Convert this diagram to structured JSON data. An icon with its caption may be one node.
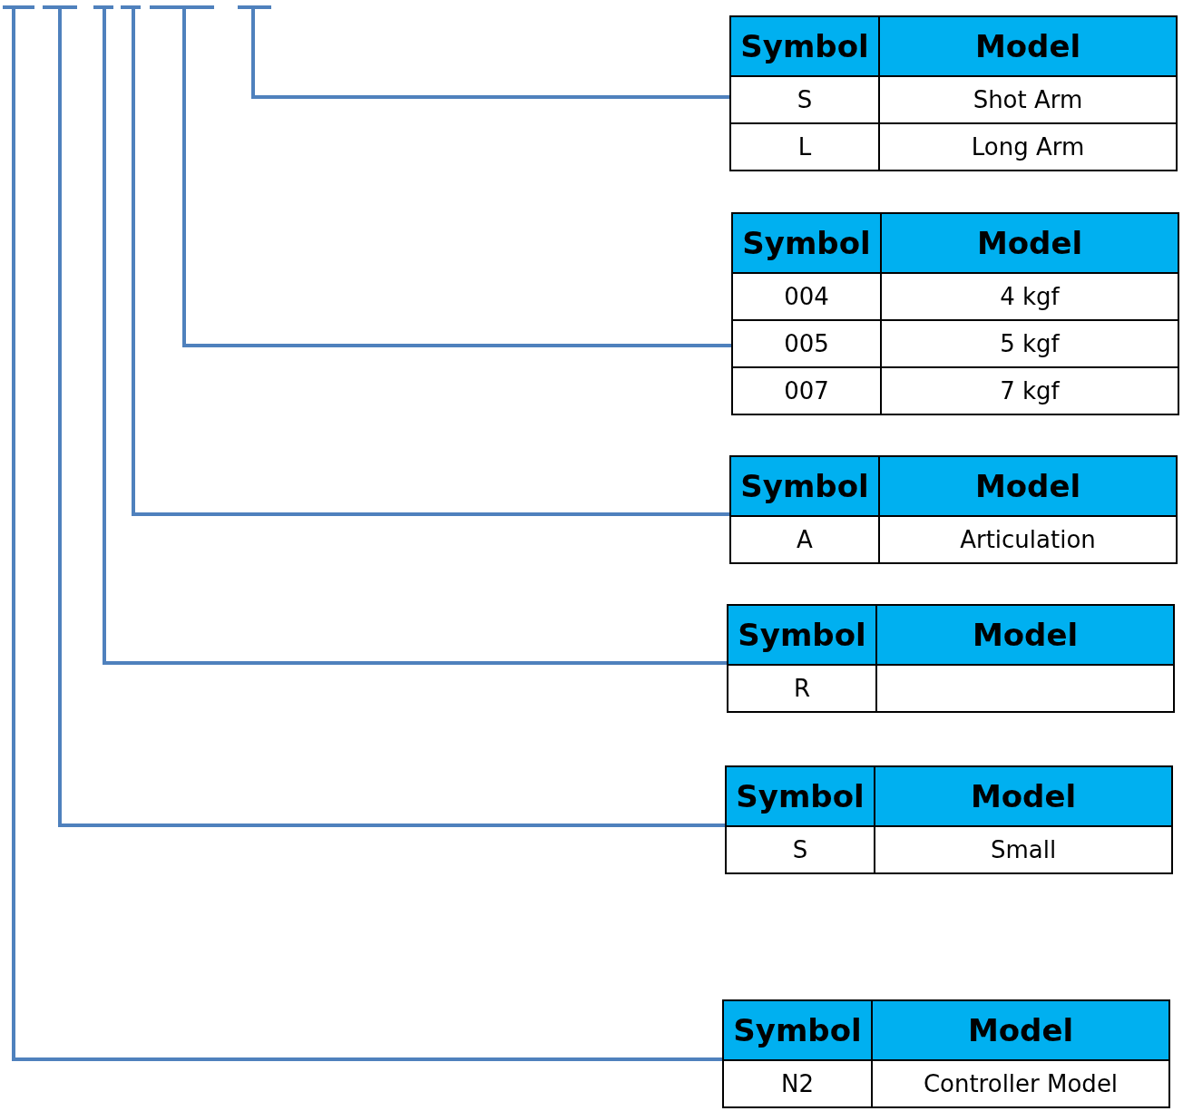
{
  "diagram": {
    "nodes": [
      {
        "text": [],
        "shape": "bar"
      },
      {
        "text": [],
        "shape": "bar"
      },
      {
        "text": [],
        "shape": "bar"
      },
      {
        "text": [],
        "shape": "bar"
      },
      {
        "text": [],
        "shape": "bar"
      },
      {
        "text": [],
        "shape": "bar"
      },
      {
        "text": [
          "Symbol",
          "Model",
          "S",
          "Shot Arm",
          "L",
          "Long Arm"
        ]
      },
      {
        "text": [
          "Symbol",
          "Model",
          "004",
          "4 kgf",
          "005",
          "5 kgf",
          "007",
          "7 kgf"
        ]
      },
      {
        "text": [
          "Symbol",
          "Model",
          "A",
          "Articulation"
        ]
      },
      {
        "text": [
          "Symbol",
          "Model",
          "R"
        ]
      },
      {
        "text": [
          "Symbol",
          "Model",
          "S",
          "Small"
        ]
      },
      {
        "text": [
          "Symbol",
          "Model",
          "N2",
          "Controller Model"
        ]
      }
    ],
    "edges": [
      {
        "from": 0,
        "to": 11,
        "arrow": "none"
      },
      {
        "from": 1,
        "to": 10,
        "arrow": "none"
      },
      {
        "from": 2,
        "to": 9,
        "arrow": "none"
      },
      {
        "from": 3,
        "to": 8,
        "arrow": "none"
      },
      {
        "from": 4,
        "to": 7,
        "arrow": "none"
      },
      {
        "from": 5,
        "to": 6,
        "arrow": "none"
      }
    ]
  }
}
